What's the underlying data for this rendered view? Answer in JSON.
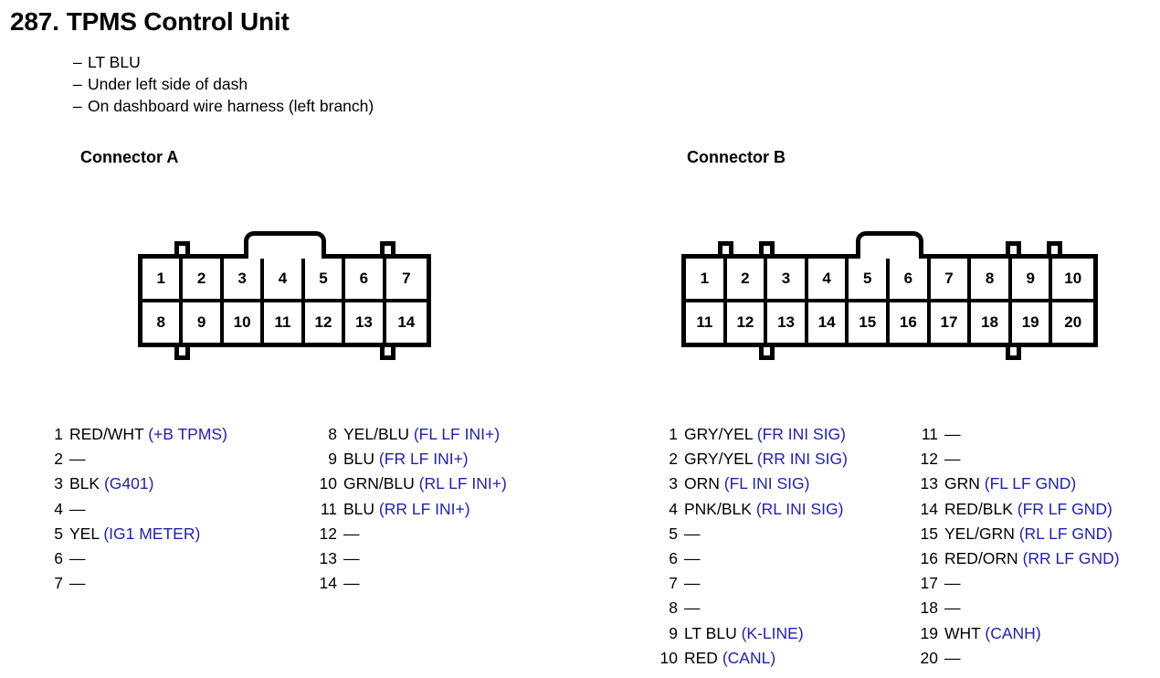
{
  "header": {
    "number": "287.",
    "title": "TPMS Control Unit",
    "notes": [
      "LT BLU",
      "Under left side of dash",
      "On dashboard wire harness (left branch)"
    ],
    "note_dash": "–"
  },
  "colors": {
    "signal_blue": "#2222aa",
    "ink": "#000000",
    "paper": "#ffffff"
  },
  "connectors": [
    {
      "id": "a",
      "heading": "Connector A",
      "columns": 7,
      "rows": [
        [
          "1",
          "2",
          "3",
          "4",
          "5",
          "6",
          "7"
        ],
        [
          "8",
          "9",
          "10",
          "11",
          "12",
          "13",
          "14"
        ]
      ],
      "empty_mark": "—",
      "pin_columns": [
        [
          {
            "num": "1",
            "wire": "RED/WHT",
            "signal": "(+B TPMS)"
          },
          {
            "num": "2",
            "wire": "—",
            "signal": ""
          },
          {
            "num": "3",
            "wire": "BLK",
            "signal": "(G401)"
          },
          {
            "num": "4",
            "wire": "—",
            "signal": ""
          },
          {
            "num": "5",
            "wire": "YEL",
            "signal": "(IG1 METER)"
          },
          {
            "num": "6",
            "wire": "—",
            "signal": ""
          },
          {
            "num": "7",
            "wire": "—",
            "signal": ""
          }
        ],
        [
          {
            "num": "8",
            "wire": "YEL/BLU",
            "signal": "(FL LF INI+)"
          },
          {
            "num": "9",
            "wire": "BLU",
            "signal": "(FR LF INI+)"
          },
          {
            "num": "10",
            "wire": "GRN/BLU",
            "signal": "(RL LF INI+)"
          },
          {
            "num": "11",
            "wire": "BLU",
            "signal": "(RR LF INI+)"
          },
          {
            "num": "12",
            "wire": "—",
            "signal": ""
          },
          {
            "num": "13",
            "wire": "—",
            "signal": ""
          },
          {
            "num": "14",
            "wire": "—",
            "signal": ""
          }
        ]
      ]
    },
    {
      "id": "b",
      "heading": "Connector B",
      "columns": 10,
      "rows": [
        [
          "1",
          "2",
          "3",
          "4",
          "5",
          "6",
          "7",
          "8",
          "9",
          "10"
        ],
        [
          "11",
          "12",
          "13",
          "14",
          "15",
          "16",
          "17",
          "18",
          "19",
          "20"
        ]
      ],
      "empty_mark": "—",
      "pin_columns": [
        [
          {
            "num": "1",
            "wire": "GRY/YEL",
            "signal": "(FR INI SIG)"
          },
          {
            "num": "2",
            "wire": "GRY/YEL",
            "signal": "(RR INI SIG)"
          },
          {
            "num": "3",
            "wire": "ORN",
            "signal": "(FL INI SIG)"
          },
          {
            "num": "4",
            "wire": "PNK/BLK",
            "signal": "(RL INI SIG)"
          },
          {
            "num": "5",
            "wire": "—",
            "signal": ""
          },
          {
            "num": "6",
            "wire": "—",
            "signal": ""
          },
          {
            "num": "7",
            "wire": "—",
            "signal": ""
          },
          {
            "num": "8",
            "wire": "—",
            "signal": ""
          },
          {
            "num": "9",
            "wire": "LT BLU",
            "signal": "(K-LINE)"
          },
          {
            "num": "10",
            "wire": "RED",
            "signal": "(CANL)"
          }
        ],
        [
          {
            "num": "11",
            "wire": "—",
            "signal": ""
          },
          {
            "num": "12",
            "wire": "—",
            "signal": ""
          },
          {
            "num": "13",
            "wire": "GRN",
            "signal": "(FL LF GND)"
          },
          {
            "num": "14",
            "wire": "RED/BLK",
            "signal": "(FR LF GND)"
          },
          {
            "num": "15",
            "wire": "YEL/GRN",
            "signal": "(RL LF GND)"
          },
          {
            "num": "16",
            "wire": "RED/ORN",
            "signal": "(RR LF GND)"
          },
          {
            "num": "17",
            "wire": "—",
            "signal": ""
          },
          {
            "num": "18",
            "wire": "—",
            "signal": ""
          },
          {
            "num": "19",
            "wire": "WHT",
            "signal": "(CANH)"
          },
          {
            "num": "20",
            "wire": "—",
            "signal": ""
          }
        ]
      ]
    }
  ]
}
